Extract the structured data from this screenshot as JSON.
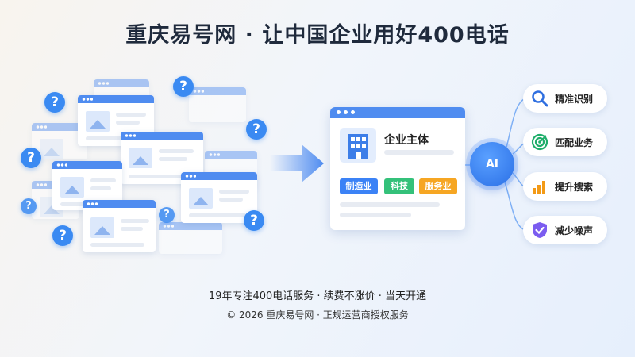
{
  "title": "重庆易号网 · 让中国企业用好400电话",
  "card": {
    "title": "企业主体",
    "tags": [
      {
        "label": "制造业",
        "color": "#3b82f6"
      },
      {
        "label": "科技",
        "color": "#34c17a"
      },
      {
        "label": "服务业",
        "color": "#f6a623"
      }
    ]
  },
  "ai_label": "AI",
  "features": [
    {
      "label": "精准识别",
      "icon": "search-icon",
      "color": "#2f6fe0"
    },
    {
      "label": "匹配业务",
      "icon": "target-icon",
      "color": "#1fae6a"
    },
    {
      "label": "提升搜索",
      "icon": "bar-chart-icon",
      "color": "#f39a16"
    },
    {
      "label": "减少噪声",
      "icon": "shield-check-icon",
      "color": "#7b5cf0"
    }
  ],
  "footer": {
    "line1": "19年专注400电话服务 · 续费不涨价 · 当天开通",
    "line2": "© 2026 重庆易号网 · 正规运营商授权服务"
  },
  "colors": {
    "accent": "#4f8cf0",
    "question": "#3a8af2"
  }
}
